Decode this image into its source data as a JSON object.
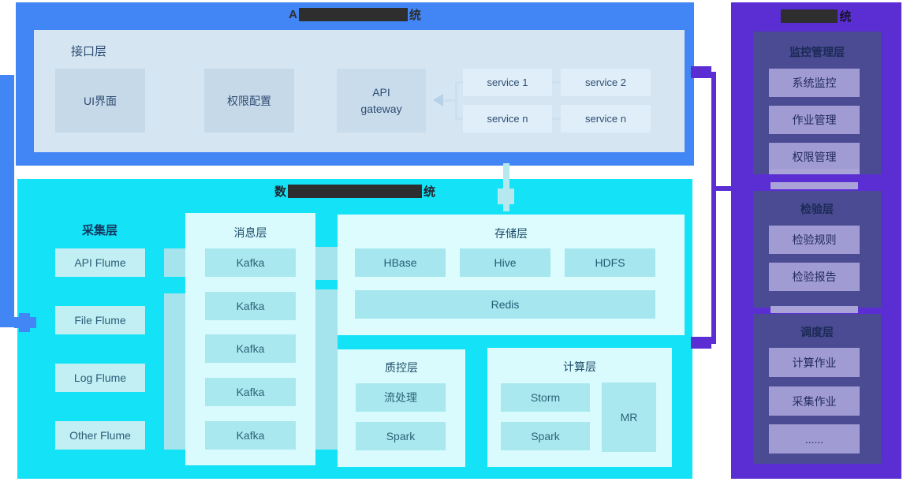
{
  "api_system": {
    "title_prefix": "A",
    "title_suffix": "统",
    "interface_layer": {
      "label": "接口层",
      "boxes": [
        "UI界面",
        "权限配置"
      ],
      "gateway": "API gateway",
      "services": [
        "service 1",
        "service 2",
        "service n",
        "service n"
      ]
    }
  },
  "data_system": {
    "title_prefix": "数",
    "title_suffix": "统",
    "collect_layer": {
      "label": "采集层",
      "items": [
        "API Flume",
        "File Flume",
        "Log Flume",
        "Other Flume"
      ]
    },
    "message_layer": {
      "label": "消息层",
      "items": [
        "Kafka",
        "Kafka",
        "Kafka",
        "Kafka",
        "Kafka"
      ]
    },
    "storage_layer": {
      "label": "存储层",
      "items": [
        "HBase",
        "Hive",
        "HDFS"
      ],
      "wide_item": "Redis"
    },
    "quality_layer": {
      "label": "质控层",
      "items": [
        "流处理",
        "Spark"
      ]
    },
    "compute_layer": {
      "label": "计算层",
      "items": [
        "Storm",
        "Spark"
      ],
      "tall_item": "MR"
    }
  },
  "ops_system": {
    "title_suffix": "统",
    "monitor_layer": {
      "label": "监控管理层",
      "items": [
        "系统监控",
        "作业管理",
        "权限管理"
      ]
    },
    "check_layer": {
      "label": "检验层",
      "items": [
        "检验规则",
        "检验报告"
      ]
    },
    "schedule_layer": {
      "label": "调度层",
      "items": [
        "计算作业",
        "采集作业",
        "......"
      ]
    }
  },
  "colors": {
    "api_blue": "#4286f5",
    "interface_panel": "#d5e6f2",
    "interface_box": "#c6d9e9",
    "service_box": "#dfeef8",
    "data_cyan": "#14e2f6",
    "cyan_panel": "#d9fbfd",
    "cyan_item": "#a9e8ef",
    "flume_box": "#c2eff3",
    "ops_purple": "#5b2ed3",
    "slate_panel": "#4a4b92",
    "purple_item": "#a09bd3",
    "redaction": "#2e2e2e"
  }
}
